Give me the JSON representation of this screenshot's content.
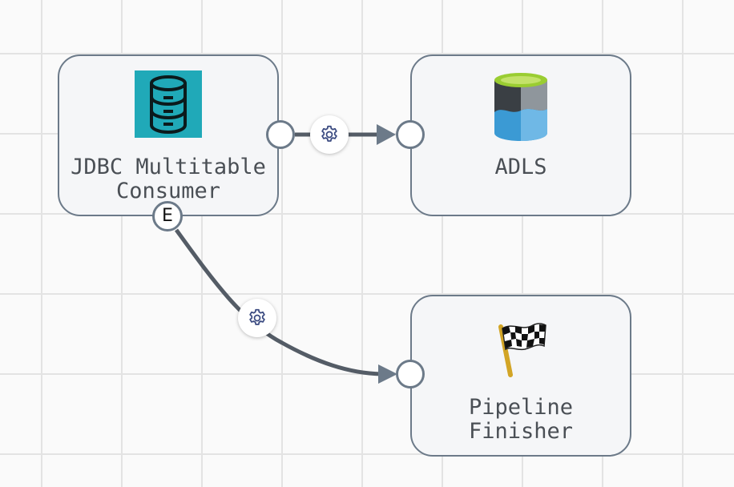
{
  "nodes": {
    "jdbc": {
      "label": "JDBC Multitable\nConsumer",
      "icon": "database-icon"
    },
    "adls": {
      "label": "ADLS",
      "icon": "data-lake-storage-icon"
    },
    "finisher": {
      "label": "Pipeline\nFinisher",
      "icon": "checkered-flag-icon"
    }
  },
  "ports": {
    "error_label": "E"
  },
  "edges": [
    {
      "from": "JDBC Multitable Consumer",
      "to": "ADLS",
      "action_icon": "gear-icon"
    },
    {
      "from": "JDBC Multitable Consumer",
      "to": "Pipeline Finisher",
      "action_icon": "gear-icon"
    }
  ],
  "colors": {
    "node_border": "#6c7a89",
    "node_fill": "#f5f6f8",
    "edge": "#545c66",
    "gear": "#3a4a80",
    "grid": "#e3e3e3",
    "database_teal": "#20a9b8",
    "adls_green": "#9acd32",
    "adls_blue": "#3b9ad4"
  }
}
